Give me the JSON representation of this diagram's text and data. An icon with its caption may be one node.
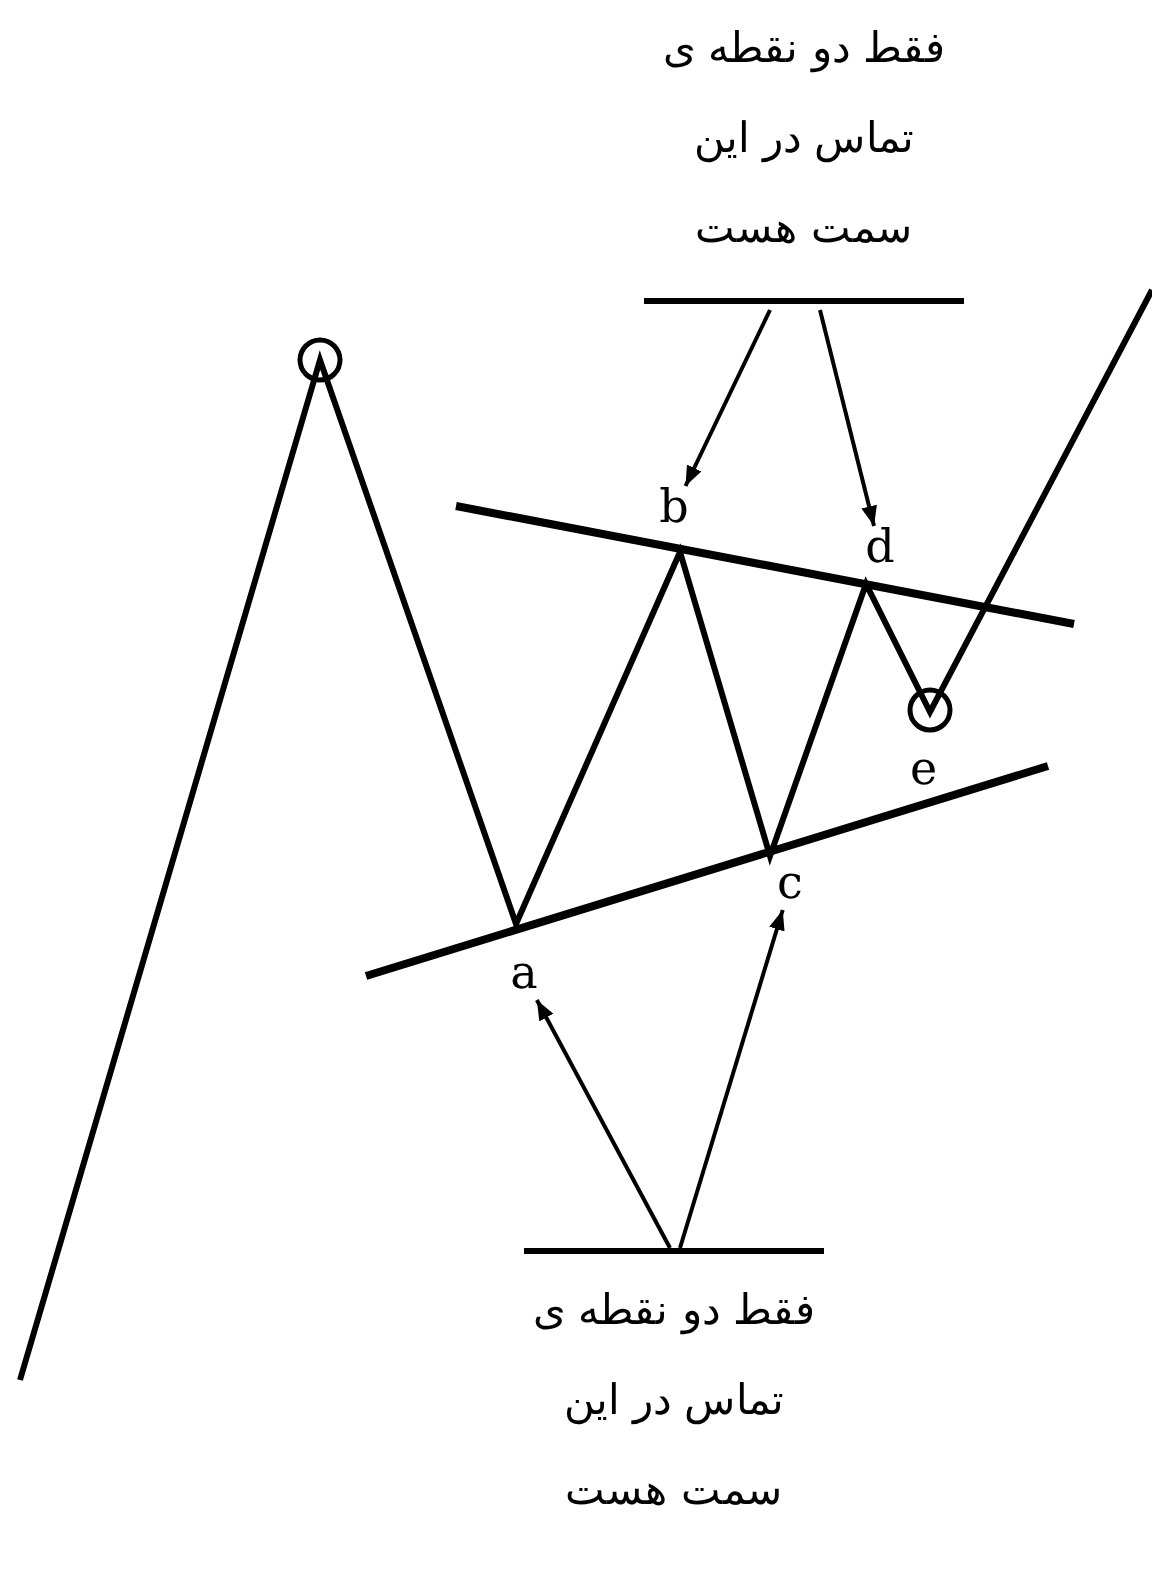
{
  "diagram": {
    "nodes": [
      {
        "text": [
          "فقط دو نقطه ی تماس در این سمت هست"
        ]
      },
      {
        "text": [
          "b"
        ]
      },
      {
        "text": [
          "d"
        ]
      },
      {
        "text": [
          "فقط دو نقطه ی تماس در این سمت هست"
        ]
      },
      {
        "text": [
          "a"
        ]
      },
      {
        "text": [
          "c"
        ]
      }
    ],
    "edges": [
      {
        "from": 0,
        "to": 1,
        "arrow": "to"
      },
      {
        "from": 0,
        "to": 2,
        "arrow": "to"
      },
      {
        "from": 3,
        "to": 4,
        "arrow": "to"
      },
      {
        "from": 3,
        "to": 5,
        "arrow": "to"
      }
    ],
    "labels": [
      "e"
    ]
  }
}
